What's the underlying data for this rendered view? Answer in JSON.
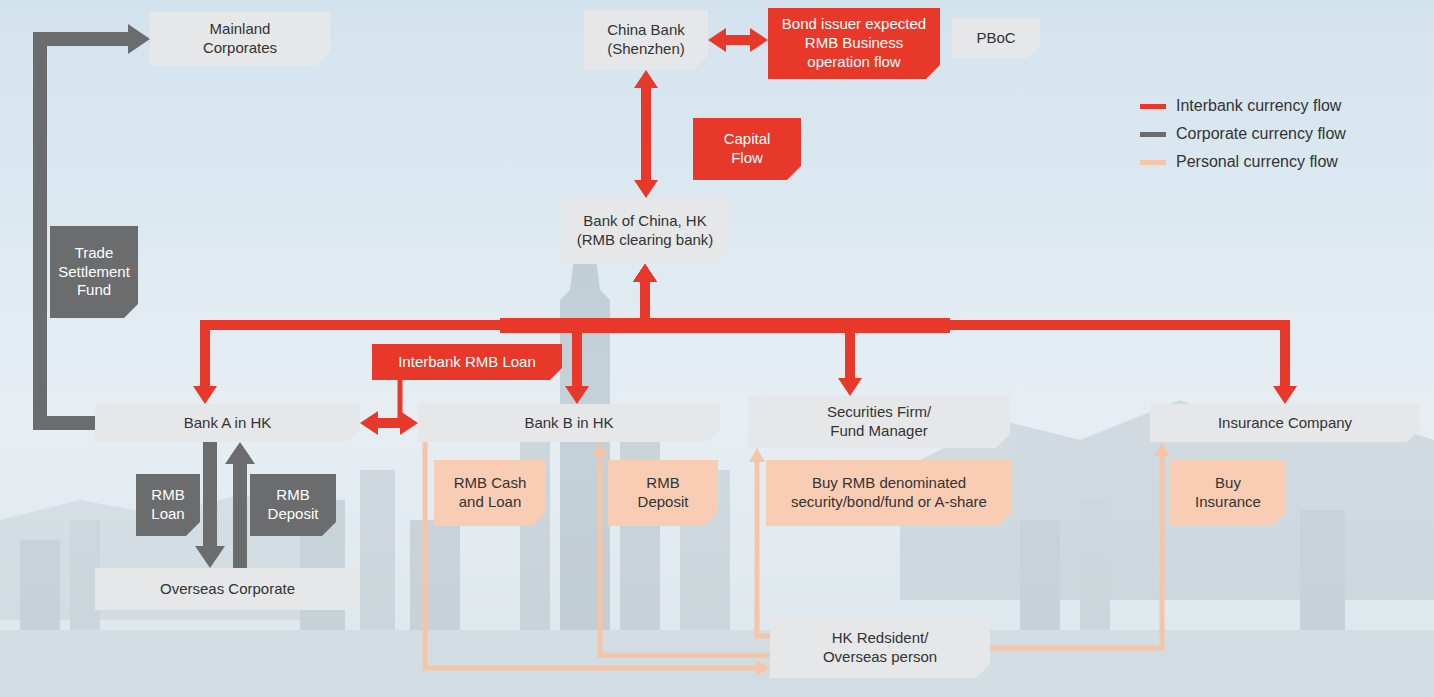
{
  "diagram": {
    "nodes": [
      {
        "text": [
          "Mainland Corporates"
        ]
      },
      {
        "text": [
          "China Bank (Shenzhen)"
        ]
      },
      {
        "text": [
          "Bond issuer expected RMB Business operation flow"
        ]
      },
      {
        "text": [
          "PBoC"
        ]
      },
      {
        "text": [
          "Bank of China, HK",
          "(RMB clearing bank)"
        ]
      },
      {
        "text": [
          "Bank A in HK"
        ]
      },
      {
        "text": [
          "Bank B in HK"
        ]
      },
      {
        "text": [
          "Securities Firm/ Fund Manager"
        ]
      },
      {
        "text": [
          "Insurance Company"
        ]
      },
      {
        "text": [
          "Overseas Corporate"
        ]
      },
      {
        "text": [
          "HK Redsident/ Overseas person"
        ]
      }
    ],
    "edges": [
      {
        "from": 1,
        "to": 2,
        "arrow": "both"
      },
      {
        "from": 1,
        "to": 4,
        "label": "Capital Flow",
        "arrow": "both"
      },
      {
        "from": 4,
        "to": 5,
        "arrow": "both"
      },
      {
        "from": 4,
        "to": 6,
        "arrow": "both"
      },
      {
        "from": 4,
        "to": 7,
        "arrow": "both"
      },
      {
        "from": 4,
        "to": 8,
        "arrow": "both"
      },
      {
        "from": 5,
        "to": 6,
        "label": "Interbank RMB Loan",
        "arrow": "both"
      },
      {
        "from": 5,
        "to": 0,
        "label": "Trade Settlement Fund",
        "arrow": "to"
      },
      {
        "from": 5,
        "to": 9,
        "label": "RMB Loan",
        "arrow": "to"
      },
      {
        "from": 9,
        "to": 5,
        "label": "RMB Deposit",
        "arrow": "to"
      },
      {
        "from": 6,
        "to": 10,
        "label": "RMB Cash and Loan",
        "arrow": "to"
      },
      {
        "from": 10,
        "to": 6,
        "label": "RMB Deposit",
        "arrow": "to"
      },
      {
        "from": 10,
        "to": 7,
        "label": "Buy RMB denominated security/bond/fund or A-share",
        "arrow": "to"
      },
      {
        "from": 10,
        "to": 8,
        "label": "Buy Insurance",
        "arrow": "to"
      }
    ],
    "legend": [
      {
        "text": "Interbank currency flow",
        "color": "#e8382a"
      },
      {
        "text": "Corporate currency flow",
        "color": "#6b6c6e"
      },
      {
        "text": "Personal currency flow",
        "color": "#f6c4a6"
      }
    ]
  }
}
